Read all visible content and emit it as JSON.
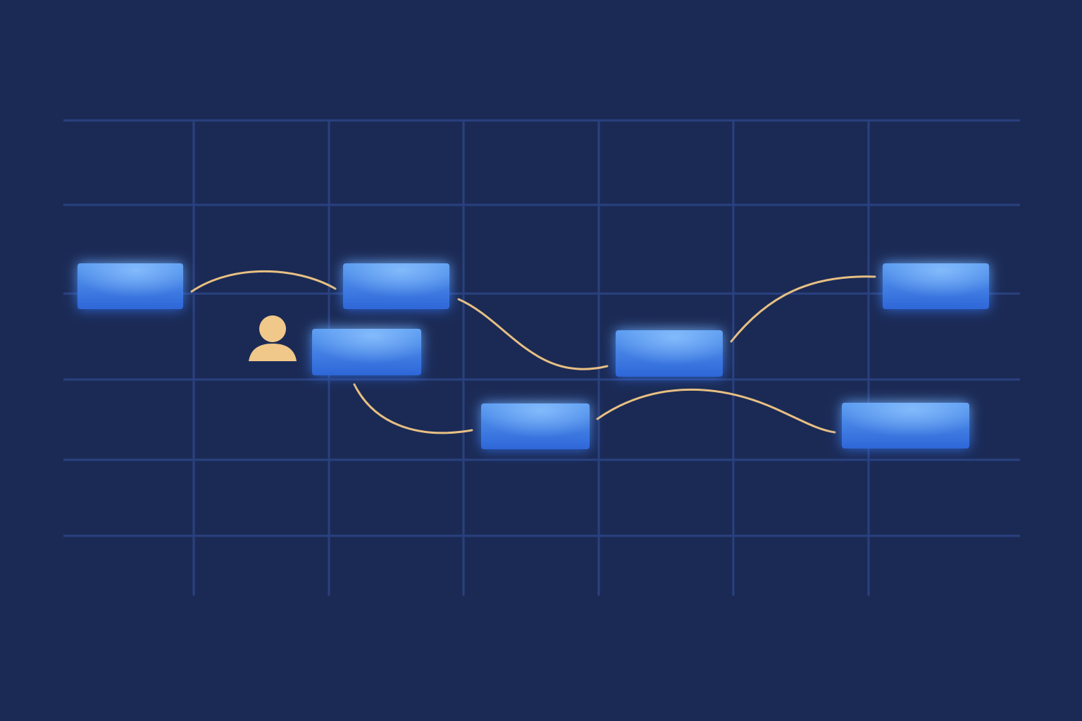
{
  "colors": {
    "background": "#1b2a55",
    "grid": "#2a4180",
    "node_fill_top": "#5a9bf0",
    "node_fill_bottom": "#2d66d8",
    "connector": "#e8c083",
    "person_icon": "#f0c88a"
  },
  "grid": {
    "columns": 7,
    "rows": 6
  },
  "nodes": [
    {
      "id": "node-1"
    },
    {
      "id": "node-2"
    },
    {
      "id": "node-3"
    },
    {
      "id": "node-4"
    },
    {
      "id": "node-5"
    },
    {
      "id": "node-6"
    },
    {
      "id": "node-7"
    }
  ],
  "connectors": [
    {
      "from": "node-1",
      "to": "node-2"
    },
    {
      "from": "node-2",
      "to": "node-4"
    },
    {
      "from": "node-4",
      "to": "node-6"
    },
    {
      "from": "node-3",
      "to": "node-5"
    },
    {
      "from": "node-5",
      "to": "node-7"
    }
  ],
  "icons": {
    "person": "person-icon"
  }
}
